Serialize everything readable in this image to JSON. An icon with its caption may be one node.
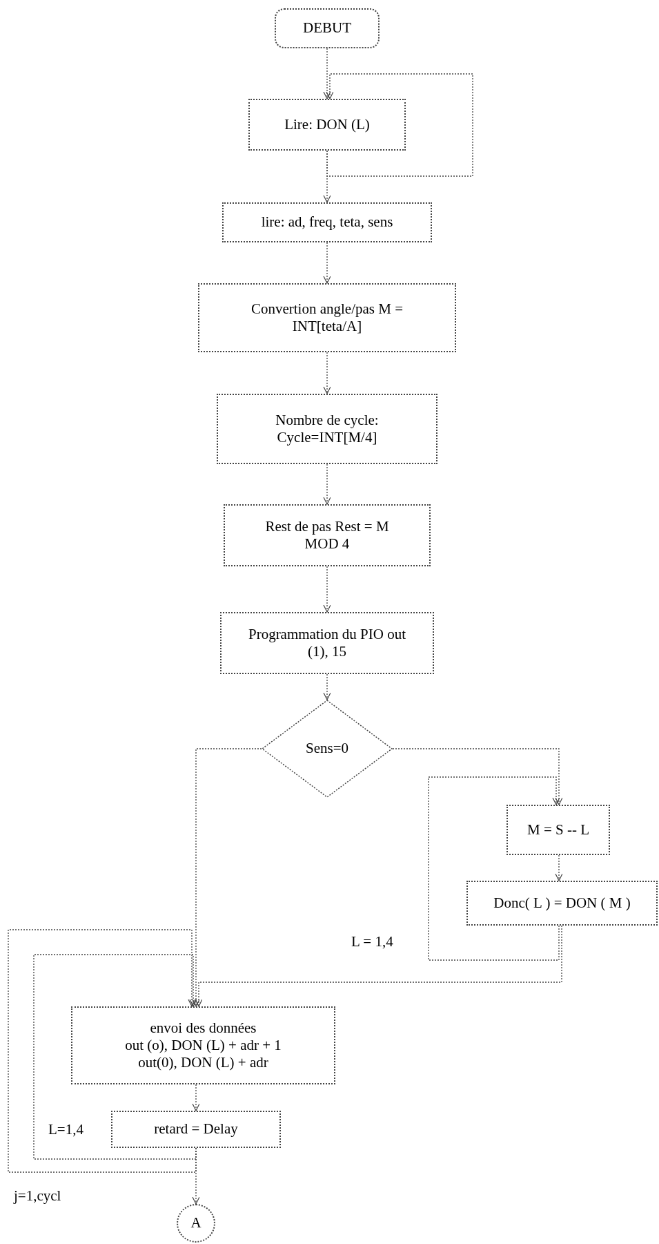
{
  "diagram": {
    "nodes": [
      {
        "text": [
          "DEBUT"
        ]
      },
      {
        "text": [
          "Lire: DON (L)"
        ]
      },
      {
        "text": [
          "lire: ad, freq, teta, sens"
        ]
      },
      {
        "text": [
          "Convertion angle/pas M = INT[teta/A]"
        ]
      },
      {
        "text": [
          "Nombre de cycle: Cycle=INT[M/4]"
        ]
      },
      {
        "text": [
          "Rest de pas Rest = M MOD 4"
        ]
      },
      {
        "text": [
          "Programmation du PIO out (1), 15"
        ]
      },
      {
        "text": [
          "Sens=0"
        ]
      },
      {
        "text": [
          "M = S -- L"
        ]
      },
      {
        "text": [
          "Donc( L ) = DON ( M )"
        ]
      },
      {
        "text": [
          "envoi des données",
          "out (o), DON (L) + adr + 1 out(0), DON (L) + adr"
        ]
      },
      {
        "text": [
          "retard = Delay"
        ]
      },
      {
        "text": [
          "A"
        ]
      }
    ],
    "edges": [
      {
        "from": 0,
        "to": 1,
        "arrow": "to"
      },
      {
        "from": 1,
        "to": 1,
        "arrow": "to"
      },
      {
        "from": 1,
        "to": 2,
        "arrow": "to"
      },
      {
        "from": 2,
        "to": 3,
        "arrow": "to"
      },
      {
        "from": 3,
        "to": 4,
        "arrow": "to"
      },
      {
        "from": 4,
        "to": 5,
        "arrow": "to"
      },
      {
        "from": 5,
        "to": 6,
        "arrow": "to"
      },
      {
        "from": 6,
        "to": 7,
        "arrow": "to"
      },
      {
        "from": 7,
        "to": 10,
        "arrow": "to"
      },
      {
        "from": 7,
        "to": 8,
        "arrow": "to"
      },
      {
        "from": 8,
        "to": 9,
        "arrow": "to"
      },
      {
        "from": 9,
        "to": 8,
        "arrow": "to",
        "label": "L = 1,4"
      },
      {
        "from": 9,
        "to": 10,
        "arrow": "to"
      },
      {
        "from": 10,
        "to": 11,
        "arrow": "to"
      },
      {
        "from": 11,
        "to": 10,
        "arrow": "to",
        "label": "L=1,4"
      },
      {
        "from": 11,
        "to": 10,
        "arrow": "to",
        "label": "j=1,cycl"
      },
      {
        "from": 11,
        "to": 12,
        "arrow": "to"
      }
    ]
  }
}
